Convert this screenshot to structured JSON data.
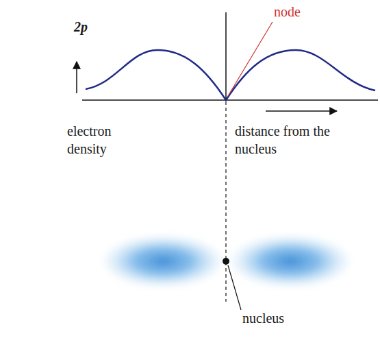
{
  "diagram": {
    "labels": [
      "2p",
      "node",
      "electron density",
      "distance from the nucleus",
      "nucleus"
    ]
  }
}
